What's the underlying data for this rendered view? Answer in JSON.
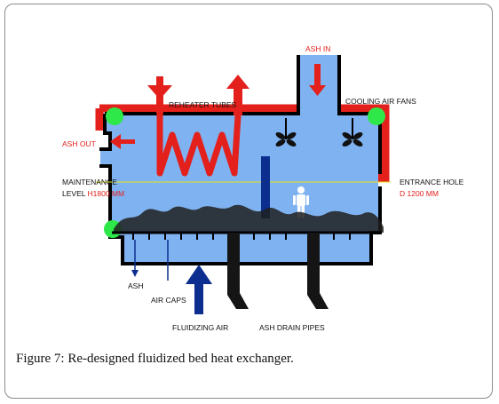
{
  "labels": {
    "ash_in": "ASH IN",
    "reheater_tubes": "REHEATER TUBES",
    "cooling_air_fans": "COOLING AIR FANS",
    "ash_out": "ASH OUT",
    "maintenance_level_1": "MAINTENANCE",
    "maintenance_level_2a": "LEVEL ",
    "maintenance_level_2b": "H1800 MM",
    "entrance_hole_1": "ENTRANCE HOLE",
    "entrance_hole_2": "D 1200 MM",
    "ash": "ASH",
    "air_caps": "AIR CAPS",
    "fluidizing_air": "FLUIDIZING AIR",
    "ash_drain_pipes": "ASH DRAIN PIPES"
  },
  "caption": {
    "figure_label": "Figure 7",
    "text": ": Re-designed fluidized bed heat exchanger."
  },
  "colors": {
    "vessel_fill": "#7fb2f0",
    "wall": "#000000",
    "hot_red": "#e3201b",
    "air_blue": "#0c2f8f",
    "valve_green": "#2ee84a",
    "maintenance_line": "#e5e51a"
  }
}
